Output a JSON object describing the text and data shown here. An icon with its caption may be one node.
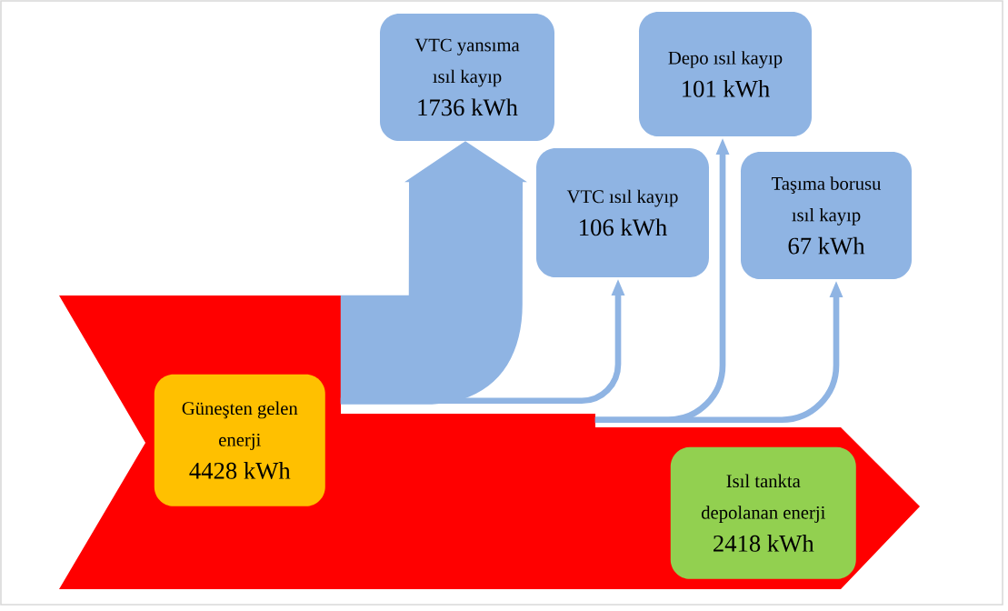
{
  "diagram": {
    "nodes": [
      {
        "text": [],
        "shape": "arrow"
      },
      {
        "text": [
          "Güneşten gelen enerji",
          "4428 kWh"
        ],
        "in": 0
      },
      {
        "text": [
          "VTC yansıma ısıl kayıp",
          "1736 kWh"
        ]
      },
      {
        "text": [
          "Depo ısıl kayıp",
          "101 kWh"
        ]
      },
      {
        "text": [
          "VTC ısıl kayıp",
          "106 kWh"
        ]
      },
      {
        "text": [
          "Taşıma borusu ısıl kayıp",
          "67 kWh"
        ]
      },
      {
        "text": [
          "Isıl tankta depolanan enerji",
          "2418 kWh"
        ],
        "in": 0
      }
    ],
    "edges": [
      {
        "from": 0,
        "to": 2,
        "arrow": "to",
        "style": "thick"
      },
      {
        "from": 0,
        "to": 4,
        "arrow": "to"
      },
      {
        "from": 0,
        "to": 3,
        "arrow": "to"
      },
      {
        "from": 0,
        "to": 5,
        "arrow": "to"
      }
    ]
  }
}
